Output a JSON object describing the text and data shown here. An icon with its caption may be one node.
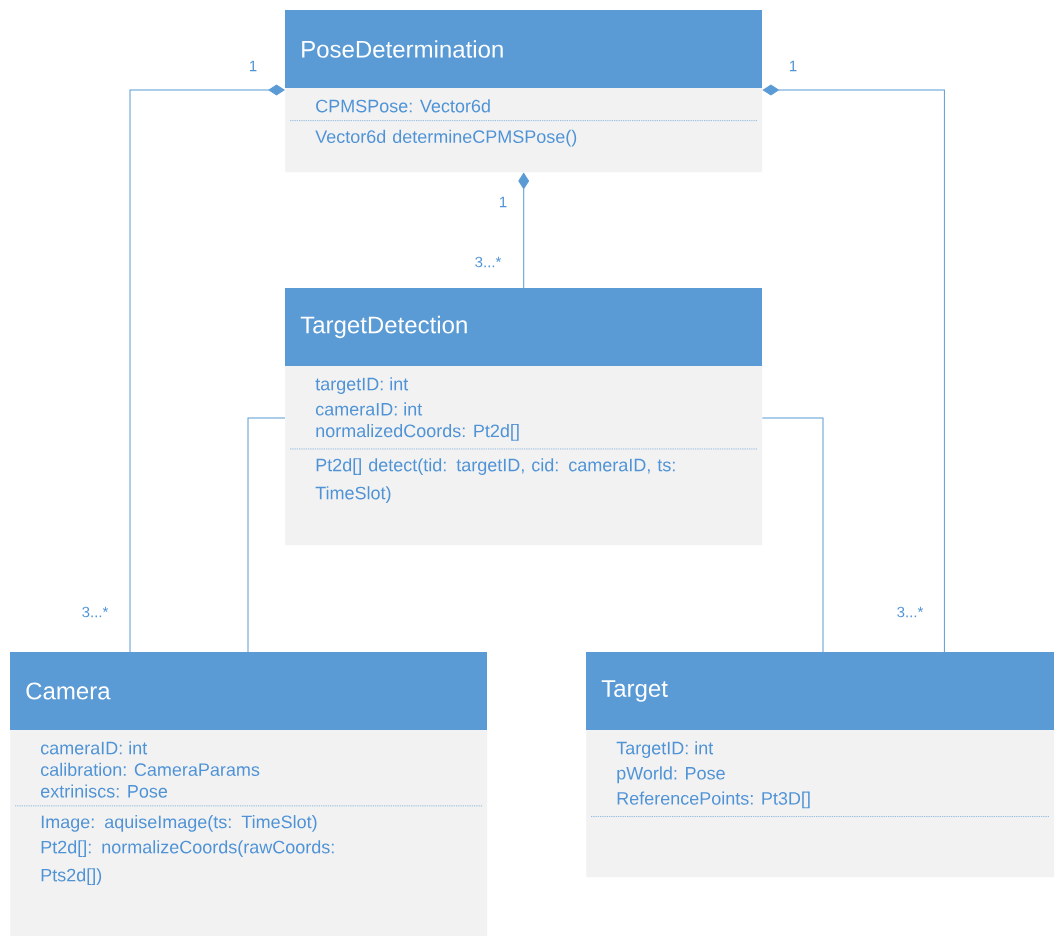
{
  "diagram": {
    "nodes": [
      {
        "text": [
          "PoseDetermination",
          "CPMSPose: Vector6d",
          "Vector6d determineCPMSPose()"
        ]
      },
      {
        "text": [
          "TargetDetection",
          "targetID: int",
          "cameraID: int",
          "normalizedCoords: Pt2d[]",
          "Pt2d[] detect(tid: targetID, cid: cameraID, ts: TimeSlot)"
        ]
      },
      {
        "text": [
          "Camera",
          "cameraID: int",
          "calibration: CameraParams",
          "extriniscs: Pose",
          "Image: aquiseImage(ts: TimeSlot)",
          "Pt2d[]: normalizeCoords(rawCoords: Pts2d[])"
        ]
      },
      {
        "text": [
          "Target",
          "TargetID: int",
          "pWorld: Pose",
          "ReferencePoints: Pt3D[]"
        ]
      }
    ],
    "edges": [
      {
        "from": 0,
        "to": 1,
        "arrow": "other"
      },
      {
        "from": 0,
        "to": 2,
        "arrow": "other"
      },
      {
        "from": 0,
        "to": 3,
        "arrow": "other"
      },
      {
        "from": 1,
        "to": 2,
        "arrow": "none"
      },
      {
        "from": 1,
        "to": 3,
        "arrow": "none"
      }
    ],
    "labels": [
      "1",
      "1",
      "1",
      "3...*",
      "3...*",
      "3...*"
    ]
  }
}
